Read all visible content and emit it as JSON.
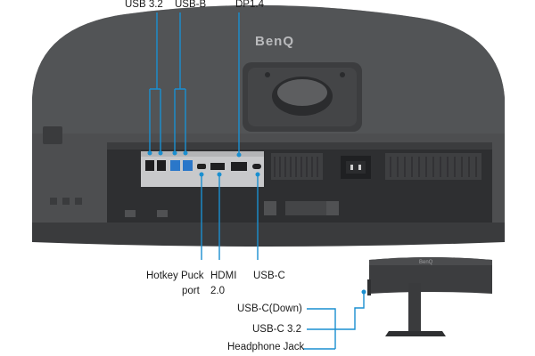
{
  "brand": {
    "logo_main": "BenQ",
    "logo_small": "BenQ"
  },
  "labels": {
    "usb32": "USB 3.2",
    "usbb": "USB-B",
    "dp": "DP1.4",
    "hotkey_line1": "Hotkey Puck",
    "hotkey_line2": "port",
    "hdmi_line1": "HDMI",
    "hdmi_line2": "2.0",
    "usbc": "USB-C",
    "usbc_down": "USB-C(Down)",
    "usbc32": "USB-C 3.2",
    "headphone": "Headphone Jack"
  },
  "colors": {
    "callout": "#1a8fd0",
    "monitor_body": "#4b4c4e",
    "panel_recess": "#2f3032",
    "port_plate": "#c9cacc",
    "usb_port_blue": "#2a77c9"
  }
}
